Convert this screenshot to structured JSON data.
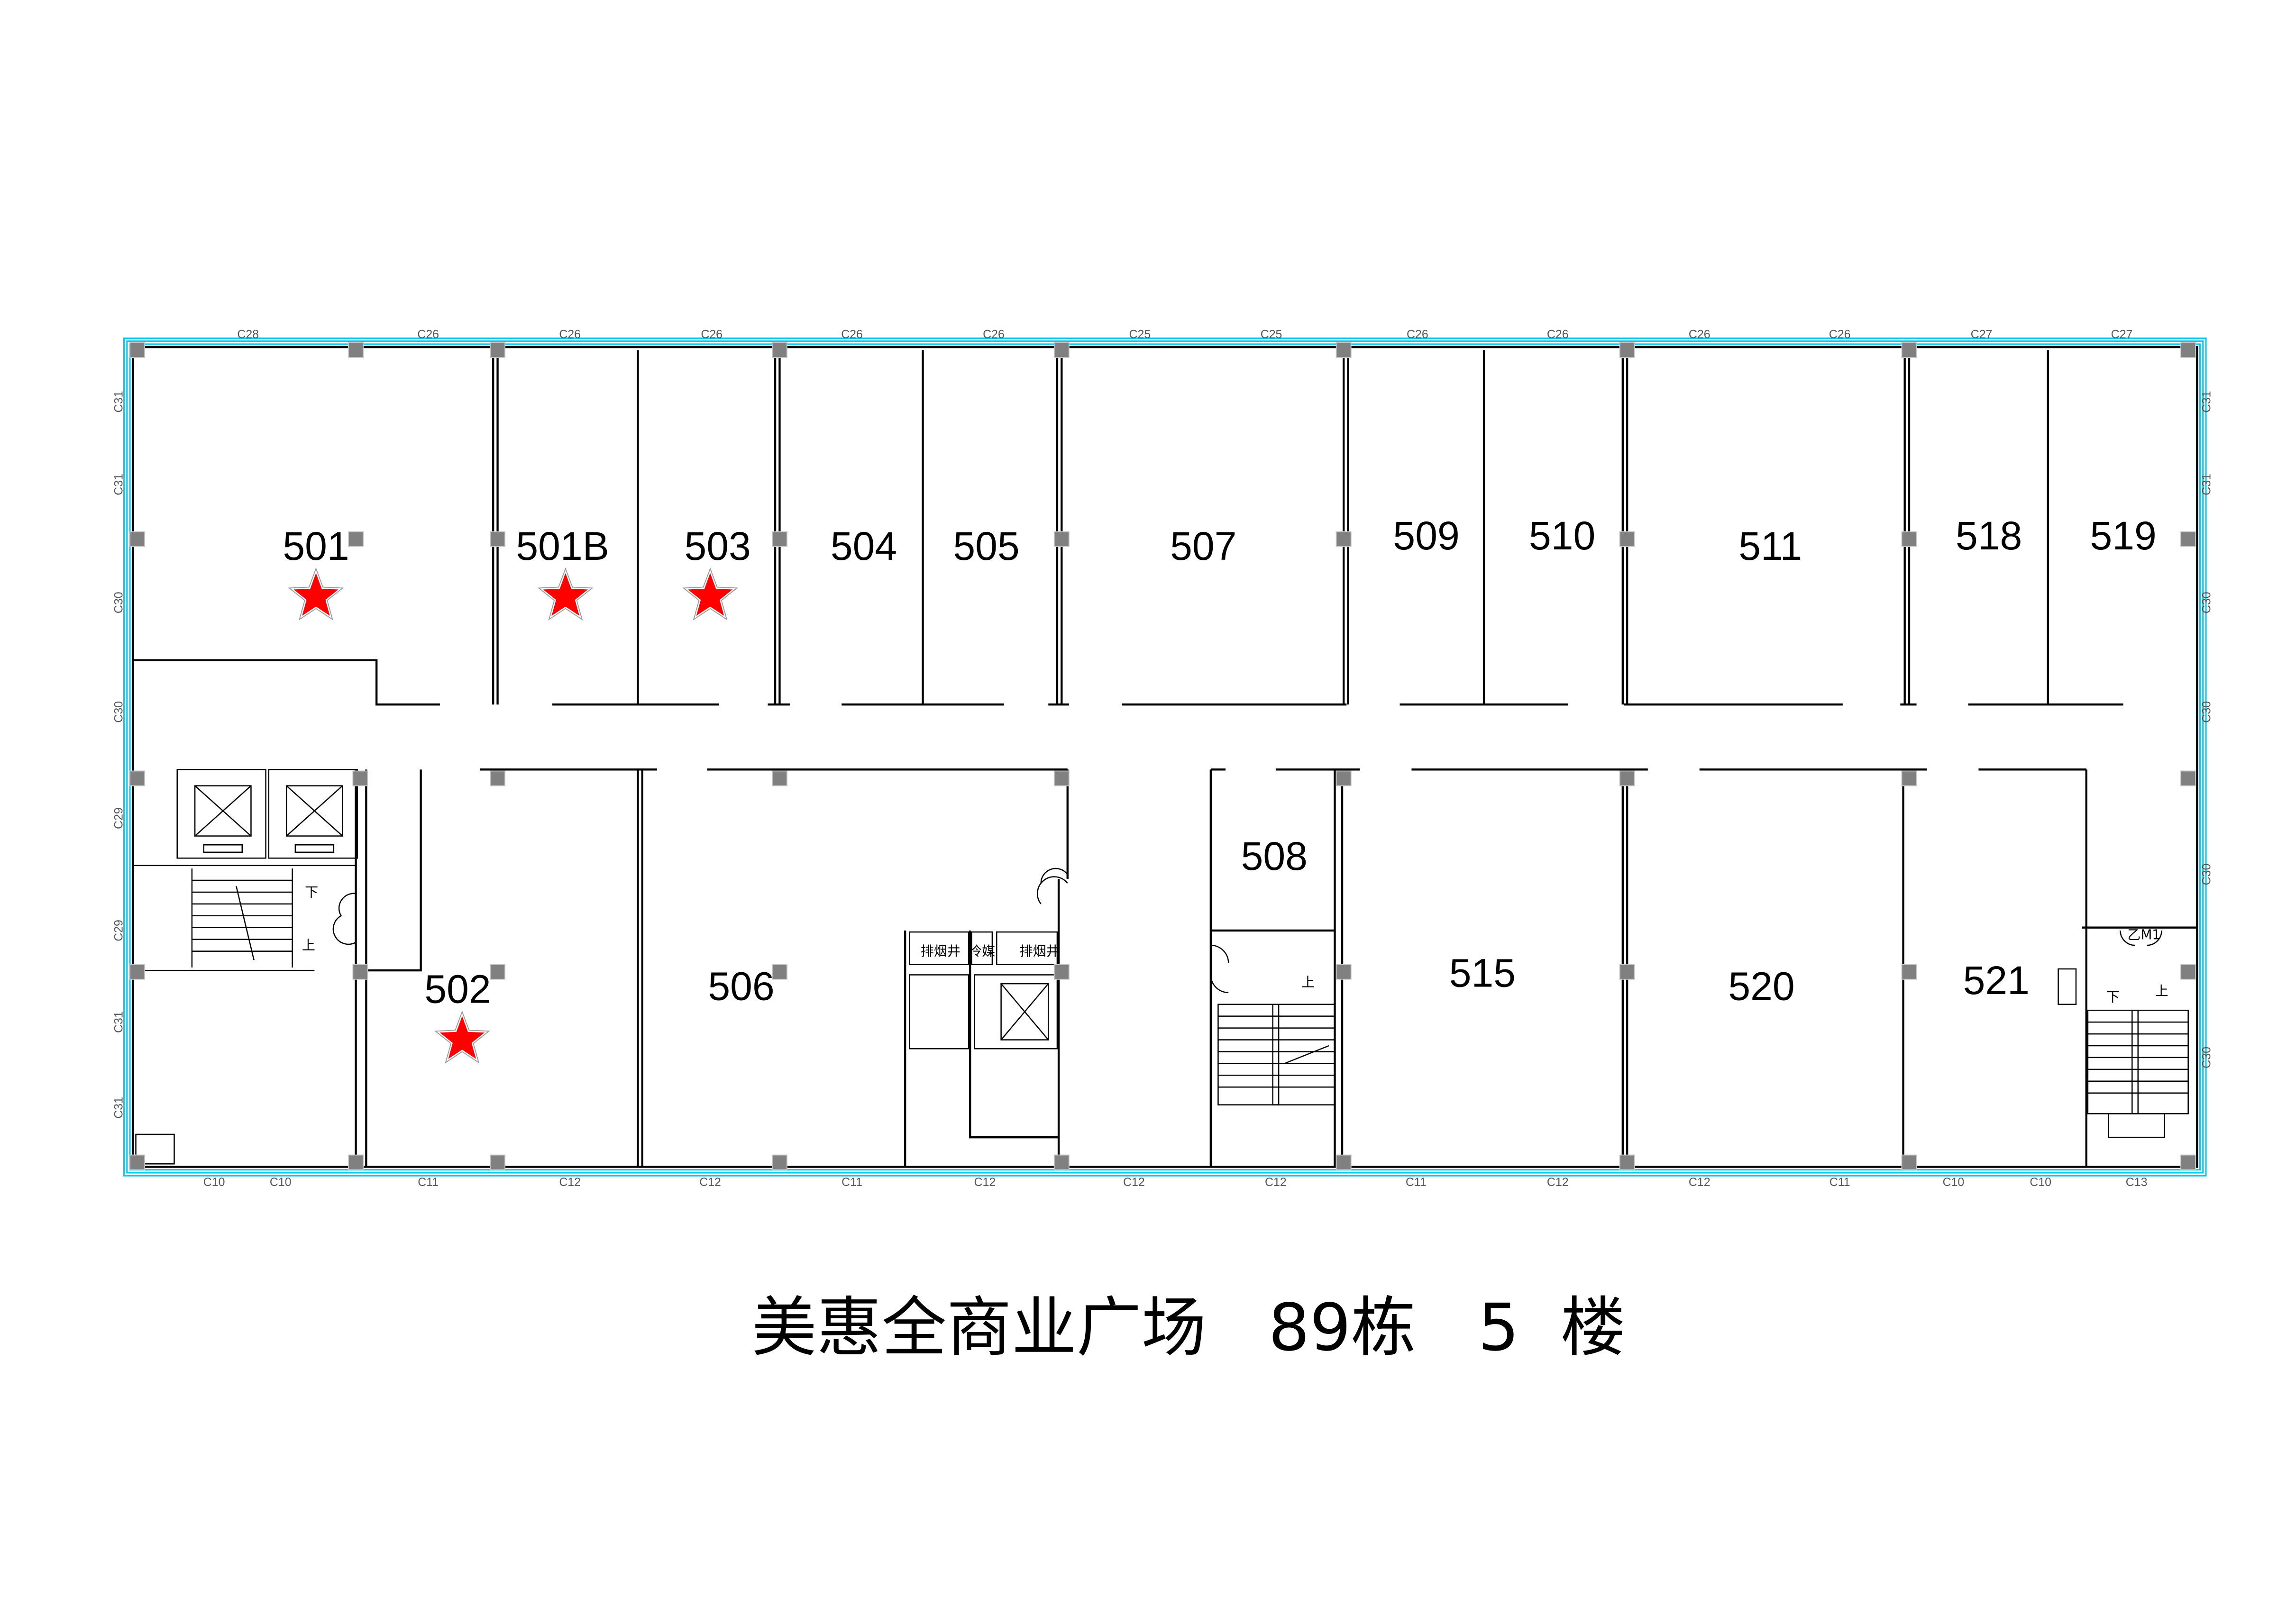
{
  "title": "美惠全商业广场   89栋   5  楼",
  "rooms": {
    "r501": "501",
    "r501b": "501B",
    "r503": "503",
    "r504": "504",
    "r505": "505",
    "r507": "507",
    "r509": "509",
    "r510": "510",
    "r511": "511",
    "r518": "518",
    "r519": "519",
    "r502": "502",
    "r506": "506",
    "r508": "508",
    "r515": "515",
    "r520": "520",
    "r521": "521"
  },
  "shafts": {
    "smoke_left": "排烟井",
    "refrigerant": "冷媒",
    "smoke_right": "排烟井"
  },
  "stairs": {
    "up": "上",
    "down": "下",
    "door_mark": "乙M1"
  },
  "highlighted_rooms": [
    "501",
    "501B",
    "503",
    "502"
  ],
  "colors": {
    "star": "#ff0000",
    "window": "#00c8f0",
    "column": "#808080"
  },
  "window_labels": {
    "top": [
      "C28",
      "C26",
      "C26",
      "C26",
      "C26",
      "C26",
      "C25",
      "C25",
      "C26",
      "C26",
      "C26",
      "C26",
      "C27",
      "C27"
    ],
    "bottom": [
      "C10",
      "C10",
      "C11",
      "C12",
      "C12",
      "C11",
      "C12",
      "C12",
      "C12",
      "C11",
      "C12",
      "C12",
      "C11",
      "C10",
      "C10",
      "C13"
    ],
    "left": [
      "C31",
      "C31",
      "C30",
      "C30",
      "C29",
      "C29",
      "C31",
      "C31"
    ],
    "right": [
      "C31",
      "C31",
      "C30",
      "C30",
      "C30",
      "C30"
    ]
  }
}
